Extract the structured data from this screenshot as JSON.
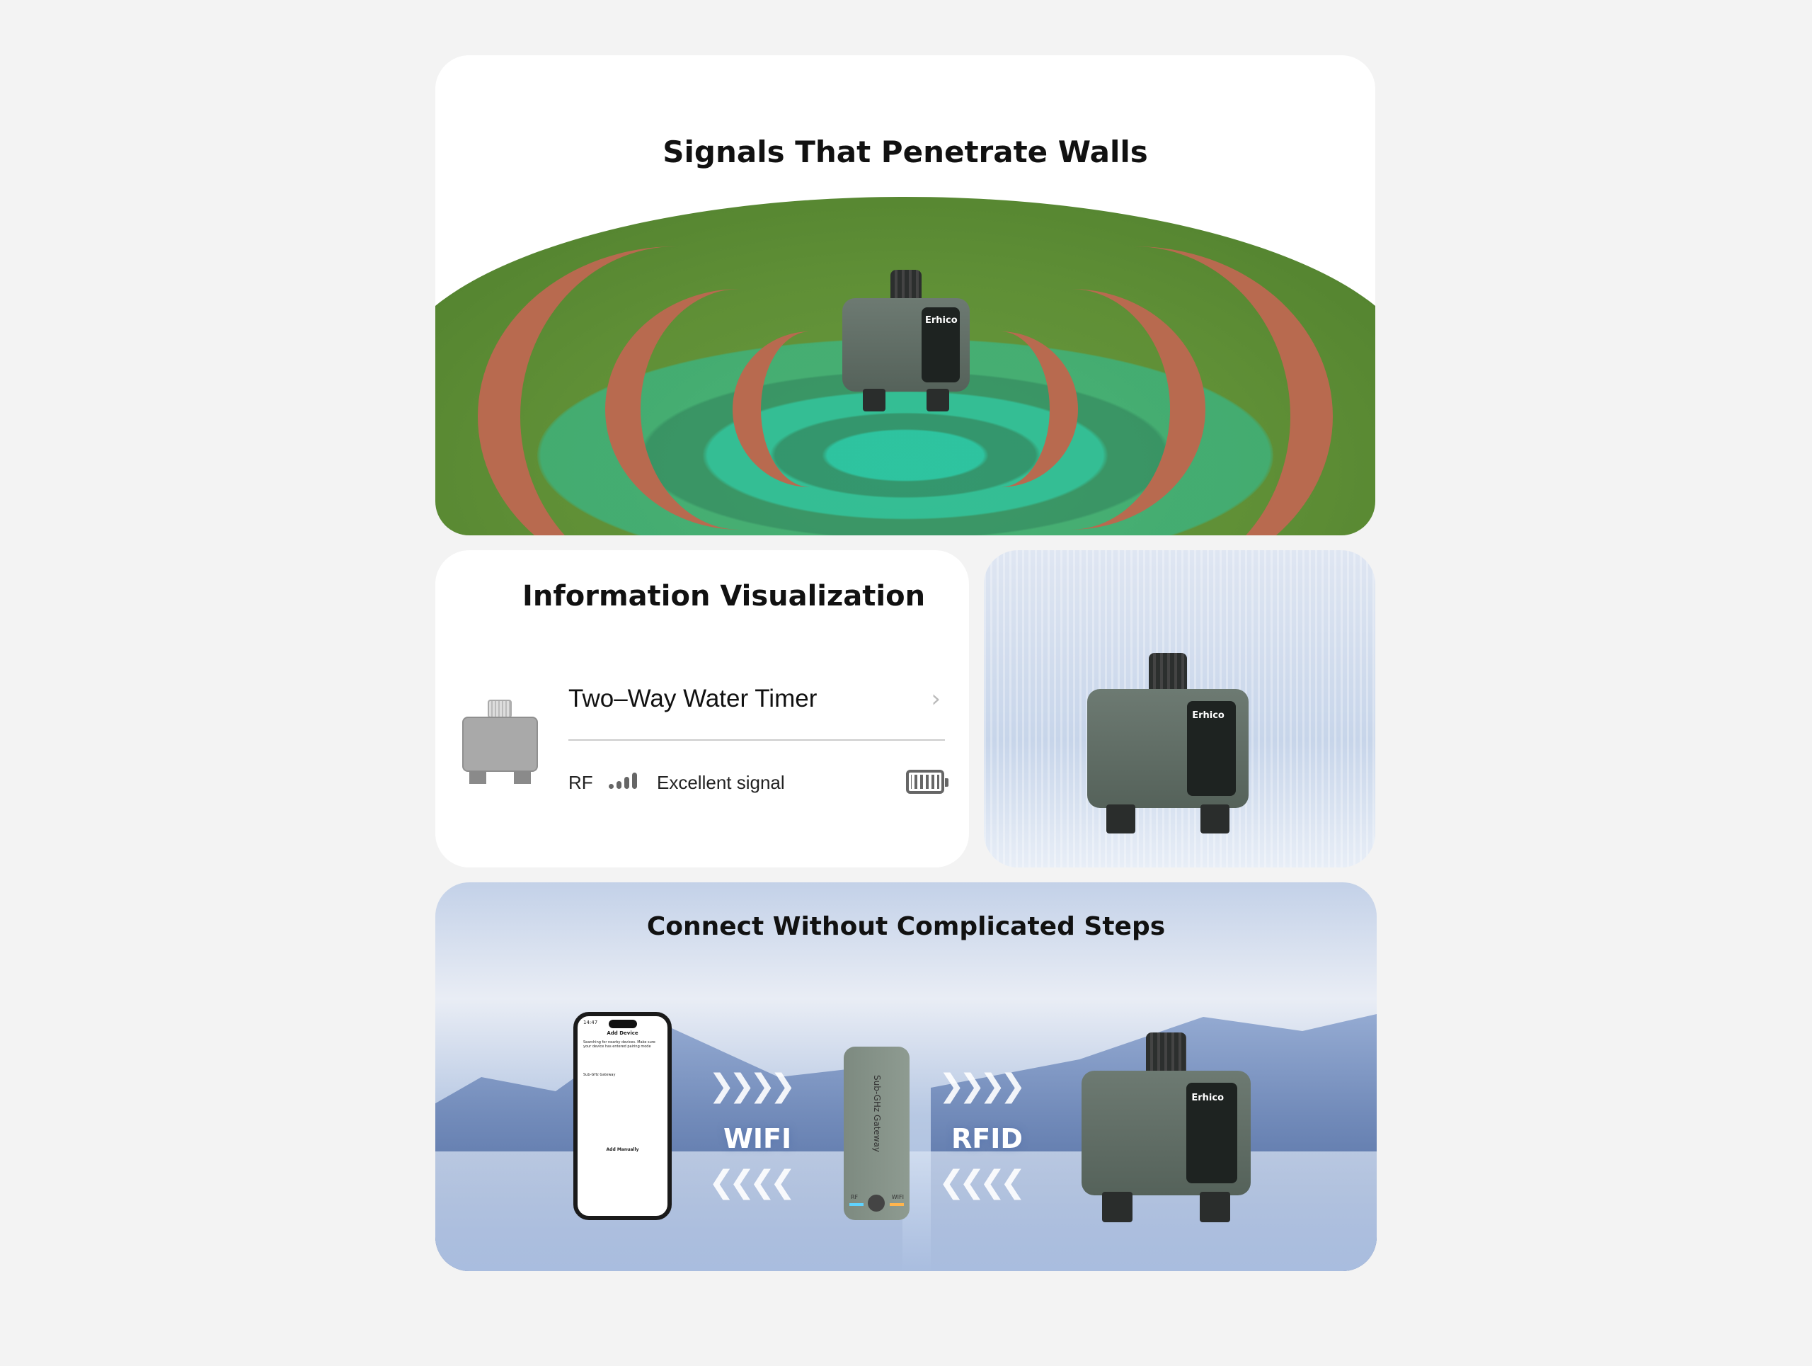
{
  "section1": {
    "title": "Signals That Penetrate Walls",
    "device_brand": "Erhico"
  },
  "section2": {
    "title": "Information Visualization",
    "device_name": "Two–Way Water Timer",
    "chevron": "›",
    "protocol": "RF",
    "signal_text": "Excellent signal",
    "signal_level": 4
  },
  "section3": {
    "device_brand": "Erhico"
  },
  "section4": {
    "title": "Connect Without Complicated Steps",
    "phone": {
      "time": "14:47",
      "screen_title": "Add Device",
      "searching": "Searching for nearby devices. Make sure your device has entered pairing mode",
      "found": "Sub-GHz Gateway",
      "add_manually": "Add Manually"
    },
    "link1_label": "WIFI",
    "link2_label": "RFID",
    "gateway": {
      "name": "Sub-GHz Gateway",
      "rf": "RF",
      "wifi": "WIFI"
    },
    "device_brand": "Erhico"
  }
}
